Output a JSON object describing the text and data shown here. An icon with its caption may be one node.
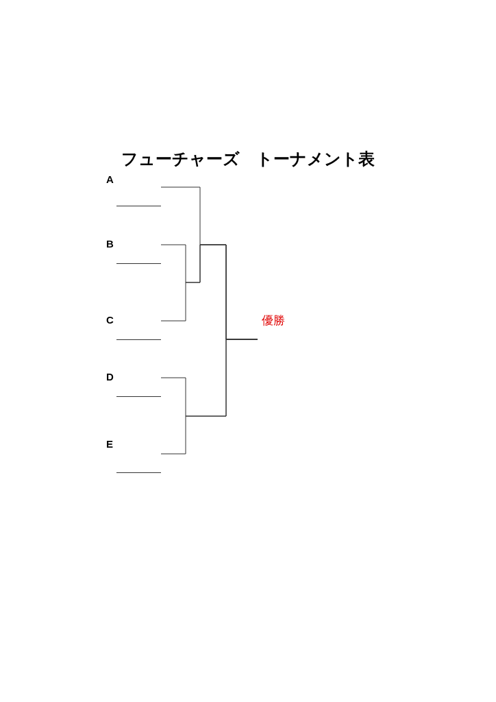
{
  "diagram": {
    "title": "フューチャーズ　トーナメント表",
    "nodes": [
      {
        "text": [
          "A"
        ]
      },
      {
        "text": [
          "B"
        ]
      },
      {
        "text": [
          "C"
        ]
      },
      {
        "text": [
          "D"
        ]
      },
      {
        "text": [
          "E"
        ]
      },
      {
        "text": [
          "優勝"
        ]
      }
    ],
    "edges": [
      {
        "from": 0,
        "to": 5,
        "arrow": "none"
      },
      {
        "from": 1,
        "to": 5,
        "arrow": "none"
      },
      {
        "from": 2,
        "to": 5,
        "arrow": "none"
      },
      {
        "from": 3,
        "to": 5,
        "arrow": "none"
      },
      {
        "from": 4,
        "to": 5,
        "arrow": "none"
      }
    ]
  }
}
